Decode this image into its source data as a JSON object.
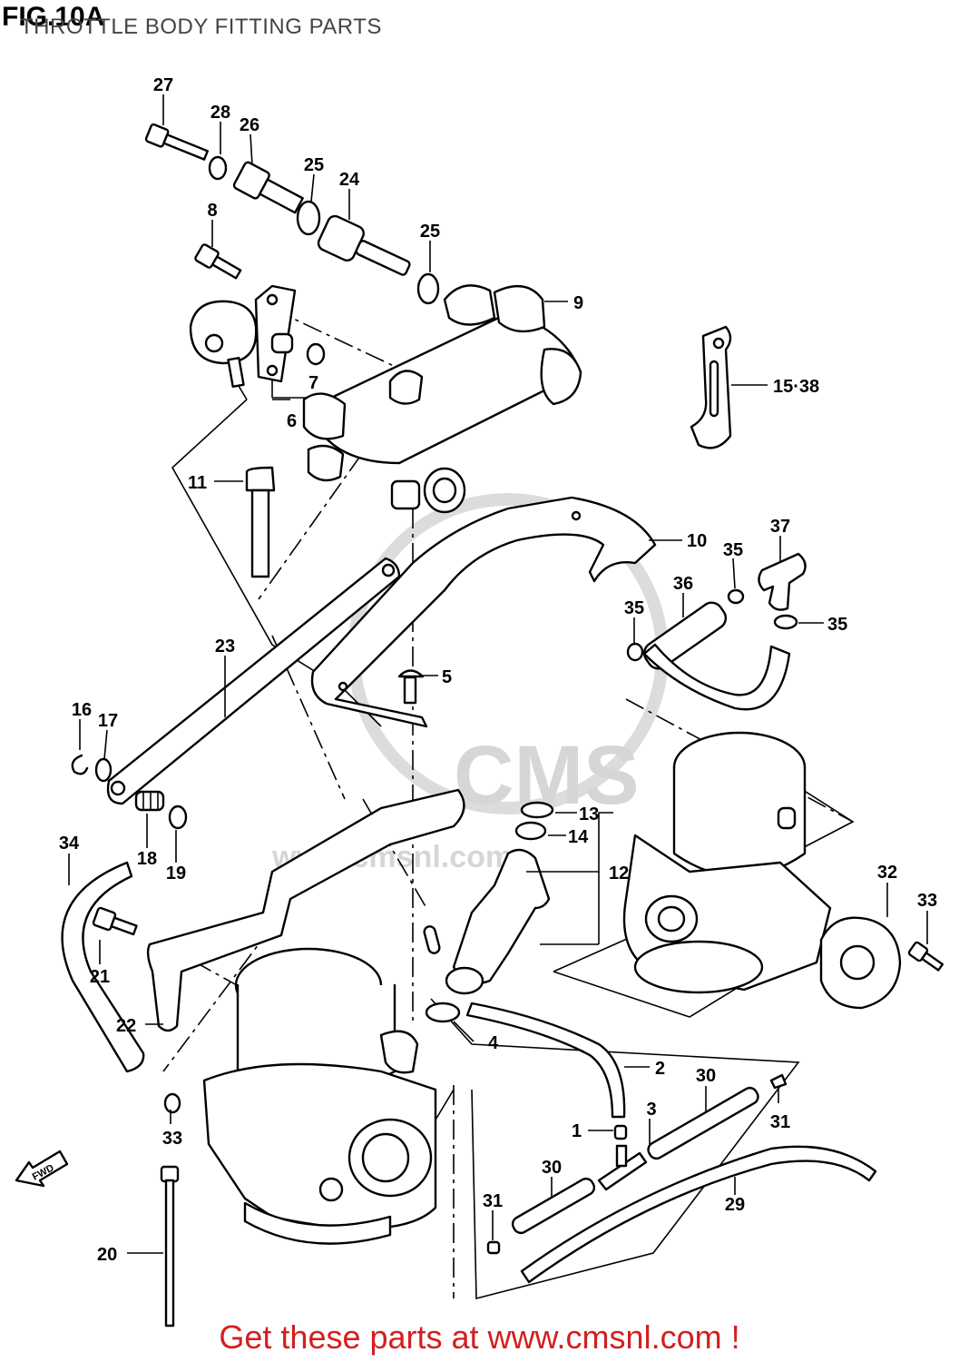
{
  "header": {
    "fig_number": "FIG.10A",
    "title": "THROTTLE BODY FITTING PARTS"
  },
  "footer": {
    "text": "Get these parts at www.cmsnl.com !"
  },
  "watermark": {
    "brand": "CMS",
    "url": "www.cmsnl.com"
  },
  "fwd_label": "FWD",
  "colors": {
    "footer_text": "#d21f1f",
    "watermark": "#d6d6d6",
    "line": "#000000"
  },
  "callouts": [
    {
      "ref": "27"
    },
    {
      "ref": "28"
    },
    {
      "ref": "26"
    },
    {
      "ref": "25"
    },
    {
      "ref": "24"
    },
    {
      "ref": "8"
    },
    {
      "ref": "25"
    },
    {
      "ref": "9"
    },
    {
      "ref": "7"
    },
    {
      "ref": "6"
    },
    {
      "ref": "15·38"
    },
    {
      "ref": "11"
    },
    {
      "ref": "10"
    },
    {
      "ref": "37"
    },
    {
      "ref": "35"
    },
    {
      "ref": "36"
    },
    {
      "ref": "35"
    },
    {
      "ref": "35"
    },
    {
      "ref": "23"
    },
    {
      "ref": "5"
    },
    {
      "ref": "16"
    },
    {
      "ref": "17"
    },
    {
      "ref": "18"
    },
    {
      "ref": "19"
    },
    {
      "ref": "13"
    },
    {
      "ref": "14"
    },
    {
      "ref": "12"
    },
    {
      "ref": "34"
    },
    {
      "ref": "32"
    },
    {
      "ref": "33"
    },
    {
      "ref": "21"
    },
    {
      "ref": "22"
    },
    {
      "ref": "4"
    },
    {
      "ref": "2"
    },
    {
      "ref": "30"
    },
    {
      "ref": "3"
    },
    {
      "ref": "31"
    },
    {
      "ref": "1"
    },
    {
      "ref": "33"
    },
    {
      "ref": "30"
    },
    {
      "ref": "29"
    },
    {
      "ref": "31"
    },
    {
      "ref": "20"
    }
  ]
}
